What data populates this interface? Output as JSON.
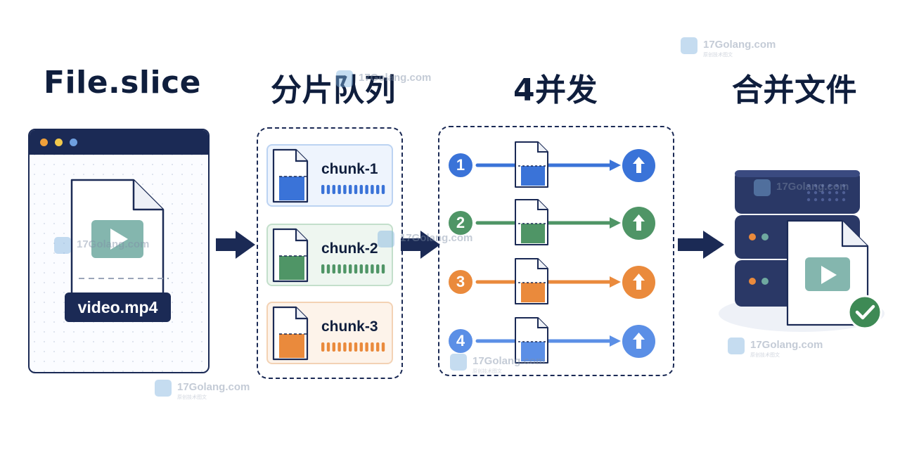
{
  "titles": {
    "slice": "File.slice",
    "queue": "分片队列",
    "concurrent": "4并发",
    "merge": "合并文件"
  },
  "source_file": {
    "name": "video.mp4",
    "icon": "video-file-icon"
  },
  "chunks": [
    {
      "label": "chunk-1",
      "color": "#3a73d8",
      "bg": "#eef4fd",
      "border": "#bcd3f2"
    },
    {
      "label": "chunk-2",
      "color": "#4f9566",
      "bg": "#eef6f0",
      "border": "#c3dfcb"
    },
    {
      "label": "chunk-3",
      "color": "#ea8a3c",
      "bg": "#fdf3ea",
      "border": "#f3d2b4"
    }
  ],
  "lanes": [
    {
      "number": "1",
      "color": "#3a73d8"
    },
    {
      "number": "2",
      "color": "#4f9566"
    },
    {
      "number": "3",
      "color": "#ea8a3c"
    },
    {
      "number": "4",
      "color": "#5b8fe6"
    }
  ],
  "colors": {
    "navy": "#1b2a55",
    "play": "#6fa9a0",
    "success": "#3e8a55"
  },
  "watermark": {
    "text": "17Golang.com",
    "sub": "原创技术图文"
  }
}
